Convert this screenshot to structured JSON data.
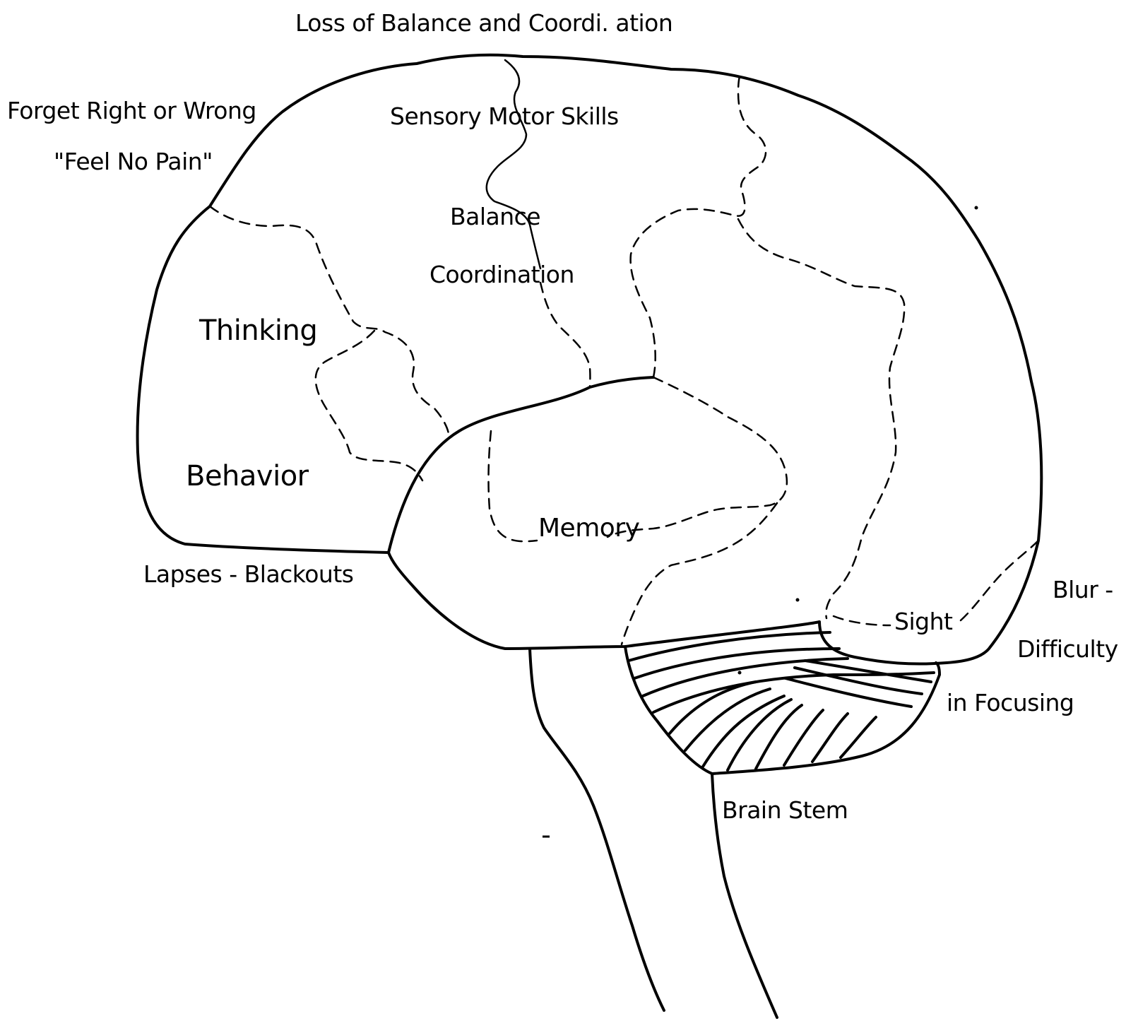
{
  "labels": {
    "loss_of_balance": "Loss of Balance and Coordi. ation",
    "forget_right_wrong": "Forget Right or Wrong",
    "feel_no_pain": "\"Feel No Pain\"",
    "sensory_motor": "Sensory Motor Skills",
    "balance": "Balance",
    "coordination": "Coordination",
    "thinking": "Thinking",
    "behavior": "Behavior",
    "memory": "Memory",
    "lapses": "Lapses - Blackouts",
    "sight": "Sight",
    "blur": "Blur -",
    "difficulty": "Difficulty",
    "in_focusing": "in Focusing",
    "brain_stem": "Brain Stem"
  },
  "colors": {
    "line": "#000000",
    "background": "#ffffff"
  }
}
